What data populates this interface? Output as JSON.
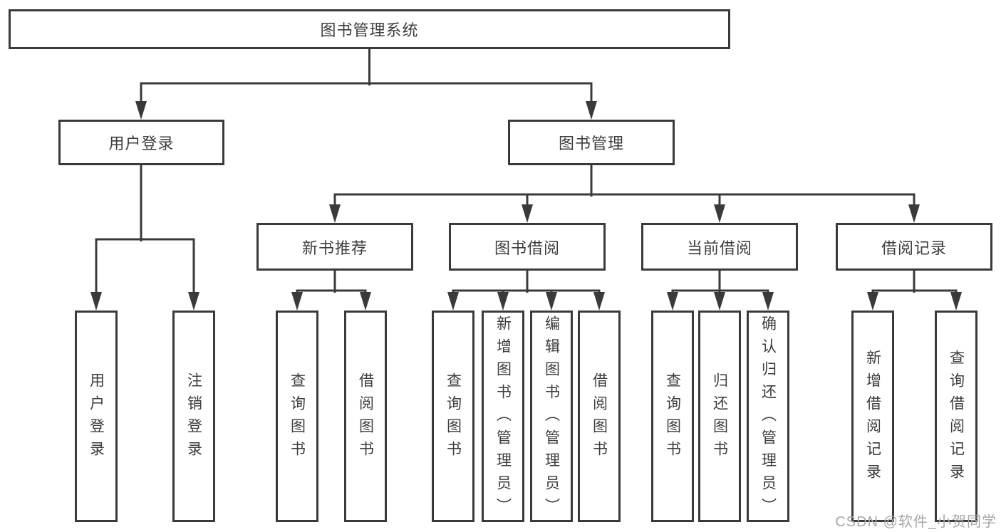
{
  "colors": {
    "line": "#3a3a3a",
    "text": "#3d3d3d",
    "background": "#ffffff",
    "watermark": "#a7a7ab"
  },
  "nodes": {
    "root": "图书管理系统",
    "l1": [
      "用户登录",
      "图书管理"
    ],
    "l2": [
      "新书推荐",
      "图书借阅",
      "当前借阅",
      "借阅记录"
    ],
    "leaves_user": [
      "用户登录",
      "注销登录"
    ],
    "leaves_recommend": [
      "查询图书",
      "借阅图书"
    ],
    "leaves_borrow": [
      "查询图书",
      "新增图书（管理员）",
      "编辑图书（管理员）",
      "借阅图书"
    ],
    "leaves_current": [
      "查询图书",
      "归还图书",
      "确认归还（管理员）"
    ],
    "leaves_records": [
      "新增借阅记录",
      "查询借阅记录"
    ]
  },
  "watermark": {
    "text": "CSDN @软件_小贺同学"
  }
}
